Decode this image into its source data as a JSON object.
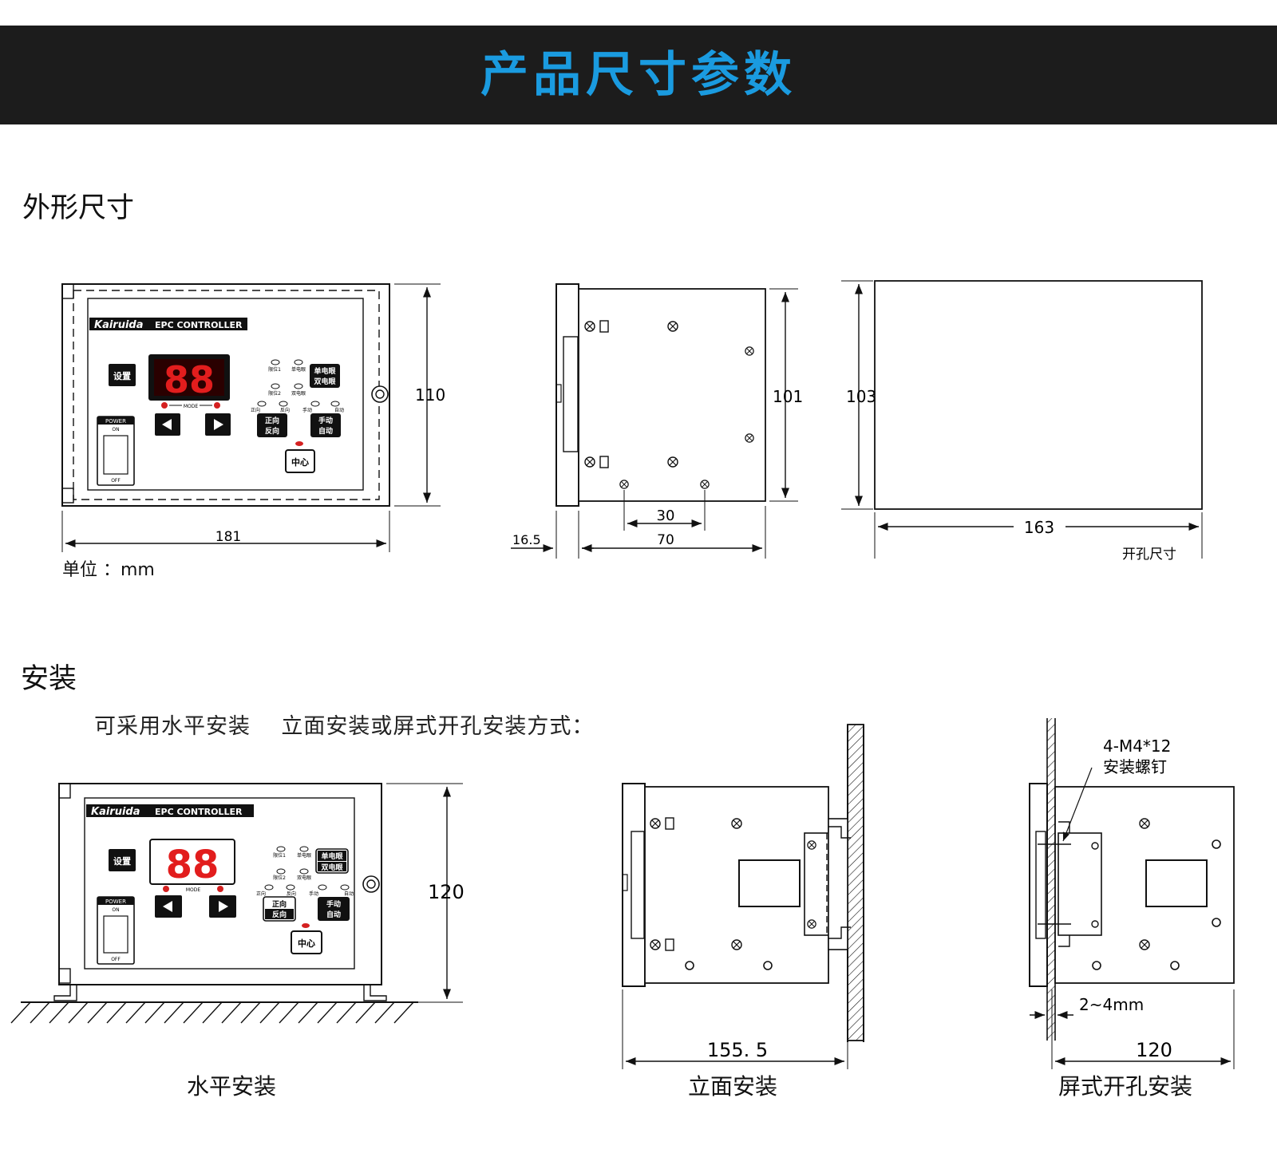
{
  "header": {
    "title": "产品尺寸参数",
    "bg_color": "#1c1c1c",
    "title_color": "#1a9be0"
  },
  "dimensions_section": {
    "title": "外形尺寸",
    "unit_label": "单位 ：mm",
    "front_view": {
      "brand": "Kairuida",
      "model": "EPC CONTROLLER",
      "width_dim": "181",
      "height_dim": "110",
      "panel": {
        "set_button": "设置",
        "display": "88",
        "mode_label": "MODE",
        "power_label": "POWER",
        "power_on": "ON",
        "power_off": "OFF",
        "limit1": "限位1",
        "limit2": "限位2",
        "single_eye_small": "单电眼",
        "double_eye_small": "双电眼",
        "single_eye_btn": "单电眼",
        "double_eye_btn": "双电眼",
        "forward_small": "正向",
        "reverse_small": "反向",
        "manual_small": "手动",
        "auto_small": "自动",
        "forward_btn": "正向",
        "reverse_btn": "反向",
        "manual_btn": "手动",
        "auto_btn": "自动",
        "center_btn": "中心"
      }
    },
    "side_view": {
      "height_dim": "101",
      "hole_spacing": "30",
      "depth_dim": "70",
      "front_thickness": "16.5"
    },
    "cutout_view": {
      "height_dim": "103",
      "width_dim": "163",
      "label": "开孔尺寸"
    }
  },
  "installation_section": {
    "title": "安装",
    "intro": "可采用水平安装    立面安装或屏式开孔安装方式：",
    "horizontal": {
      "caption": "水平安装",
      "height_dim": "120",
      "brand": "Kairuida",
      "model": "EPC CONTROLLER",
      "panel": {
        "set_button": "设置",
        "display": "88",
        "mode_label": "MODE",
        "power_label": "POWER",
        "power_on": "ON",
        "power_off": "OFF",
        "limit1": "限位1",
        "limit2": "限位2",
        "single_eye_small": "单电眼",
        "double_eye_small": "双电眼",
        "single_eye_btn": "单电眼",
        "double_eye_btn": "双电眼",
        "forward_small": "正向",
        "reverse_small": "反向",
        "manual_small": "手动",
        "auto_small": "自动",
        "forward_btn": "正向",
        "reverse_btn": "反向",
        "manual_btn": "手动",
        "auto_btn": "自动",
        "center_btn": "中心"
      }
    },
    "vertical": {
      "caption": "立面安装",
      "width_dim": "155. 5"
    },
    "panel_cutout": {
      "caption": "屏式开孔安装",
      "screw_spec": "4-M4*12",
      "screw_label": "安装螺钉",
      "panel_thickness": "2~4mm",
      "width_dim": "120"
    }
  }
}
